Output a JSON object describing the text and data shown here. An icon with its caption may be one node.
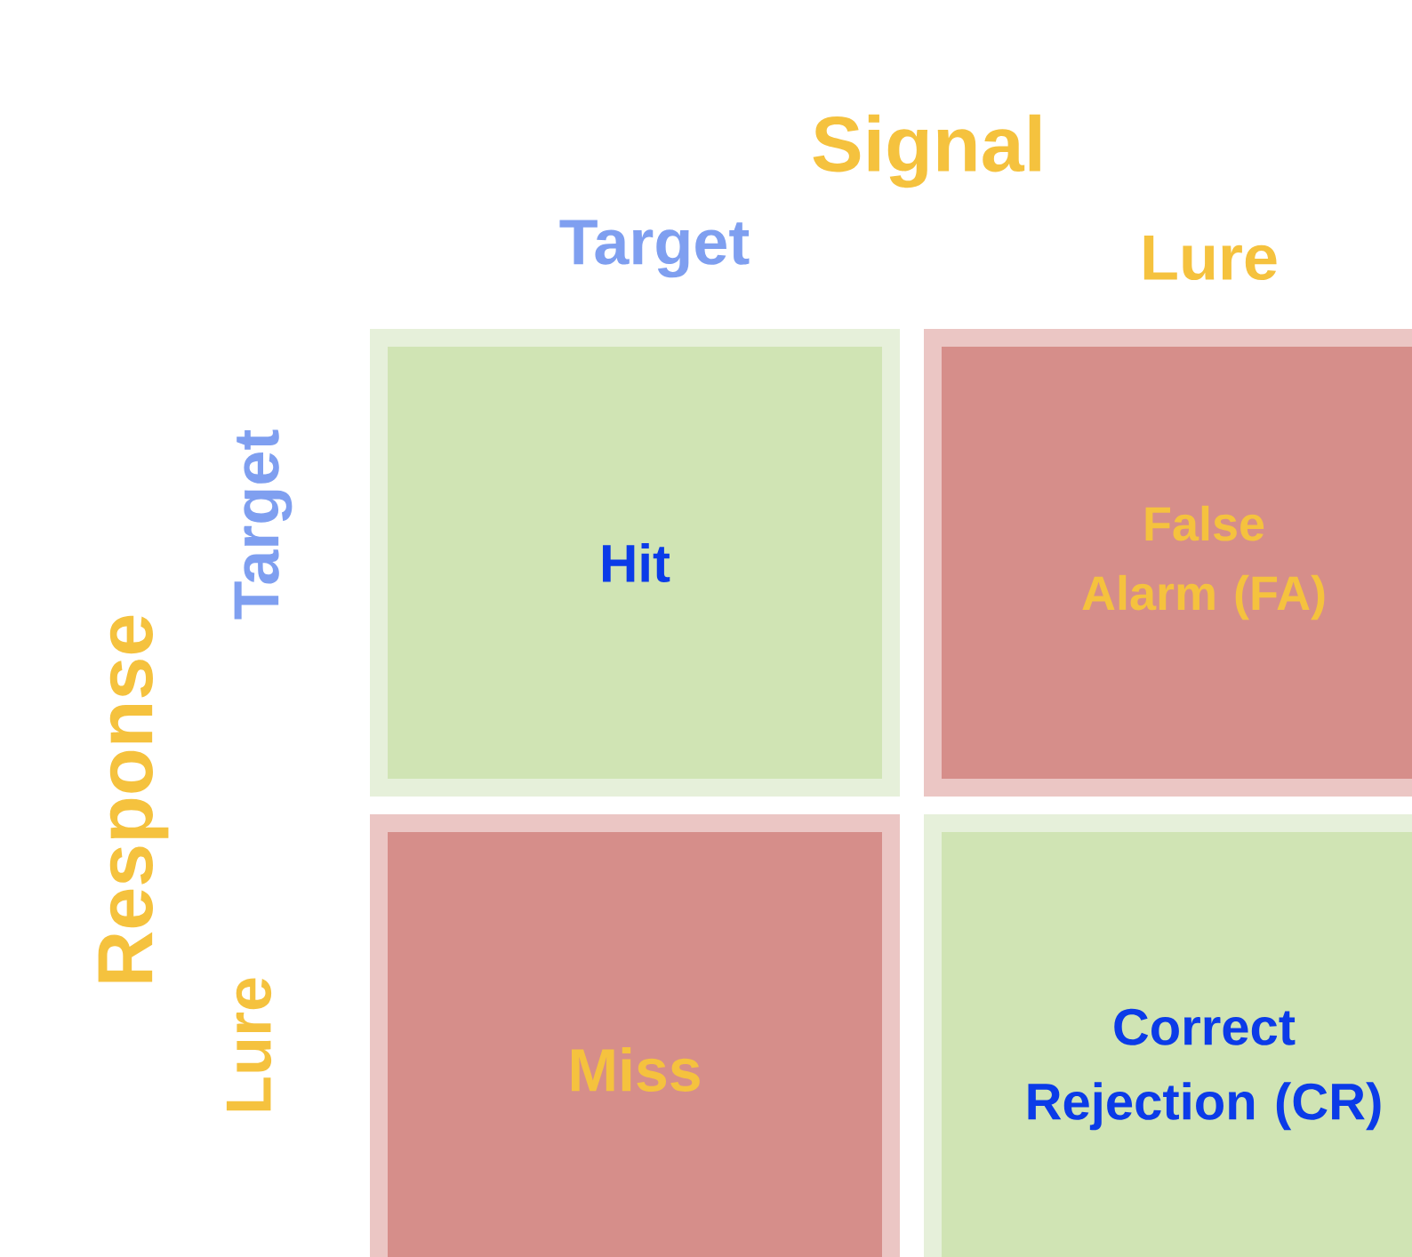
{
  "diagram": {
    "nodes": [
      {
        "text": [
          "Hit"
        ]
      },
      {
        "text": [
          "False Alarm (FA)"
        ]
      },
      {
        "text": [
          "Miss"
        ]
      },
      {
        "text": [
          "Correct Rejection (CR)"
        ]
      }
    ],
    "labels": [
      "Signal",
      "Target",
      "Lure",
      "Response",
      "Target",
      "Lure"
    ]
  }
}
